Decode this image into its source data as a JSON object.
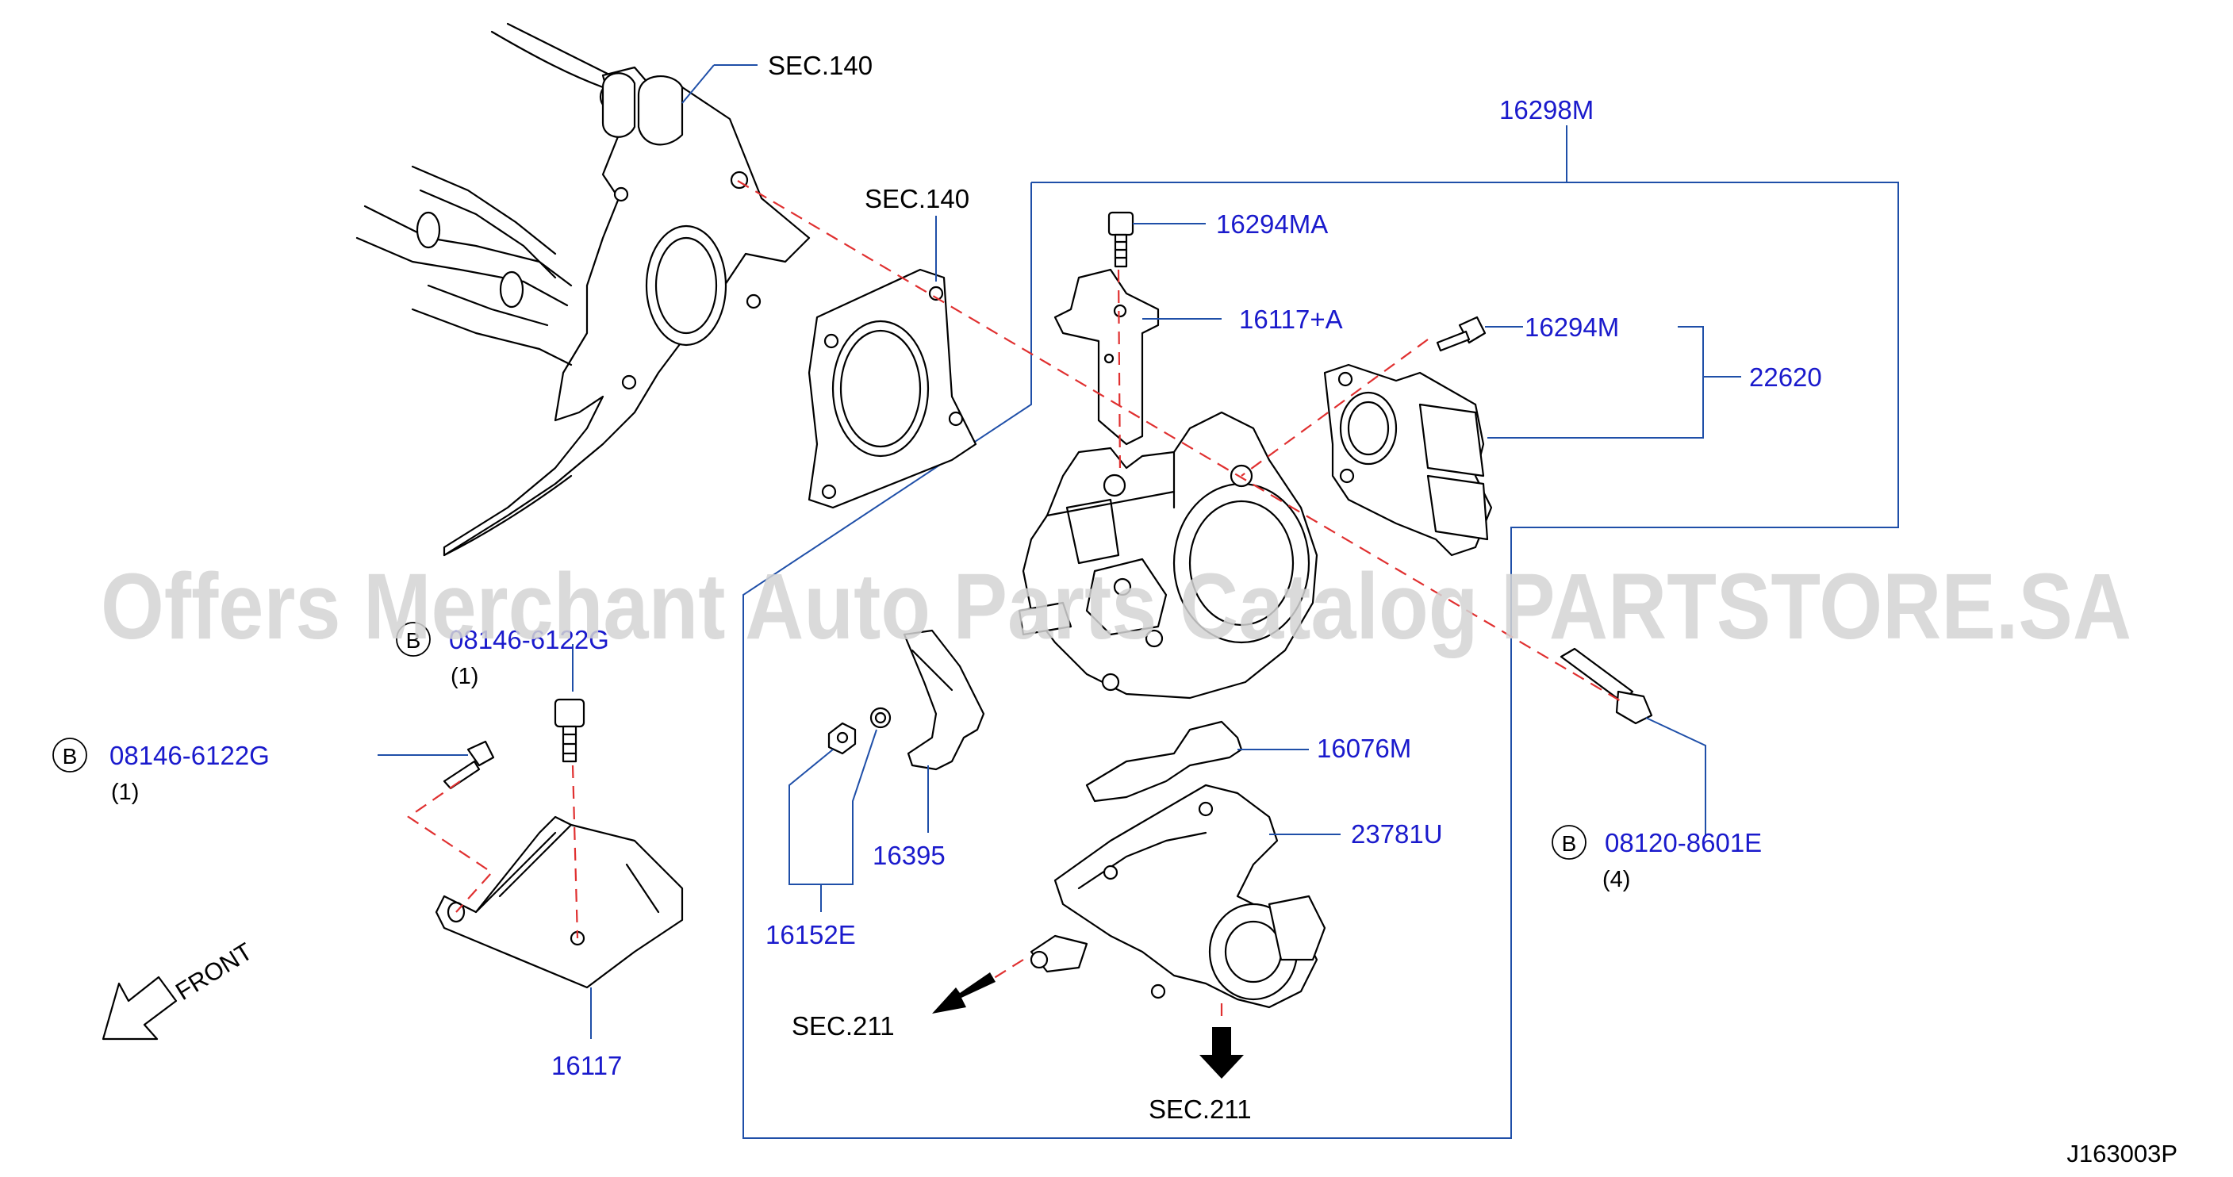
{
  "diagram_code": "J163003P",
  "watermark": "Offers Merchant Auto Parts Catalog PARTSTORE.SA",
  "front_label": "FRONT",
  "bolt_marker": "B",
  "labels": {
    "sec140_top": "SEC.140",
    "sec140_gasket": "SEC.140",
    "p16298M": "16298M",
    "p16294MA": "16294MA",
    "p16117A": "16117+A",
    "p16294M": "16294M",
    "p22620": "22620",
    "p16076M": "16076M",
    "p23781U": "23781U",
    "p08120": "08120-8601E",
    "p08120_qty": "(4)",
    "p08146_a": "08146-6122G",
    "p08146_a_qty": "(1)",
    "p08146_b": "08146-6122G",
    "p08146_b_qty": "(1)",
    "p16395": "16395",
    "p16152E": "16152E",
    "p16117": "16117",
    "sec211_left": "SEC.211",
    "sec211_bottom": "SEC.211"
  },
  "colors": {
    "part_number": "#1a1acc",
    "leader": "#1f4fa8",
    "centerline": "#e03030",
    "watermark": "#d4d4d4"
  }
}
